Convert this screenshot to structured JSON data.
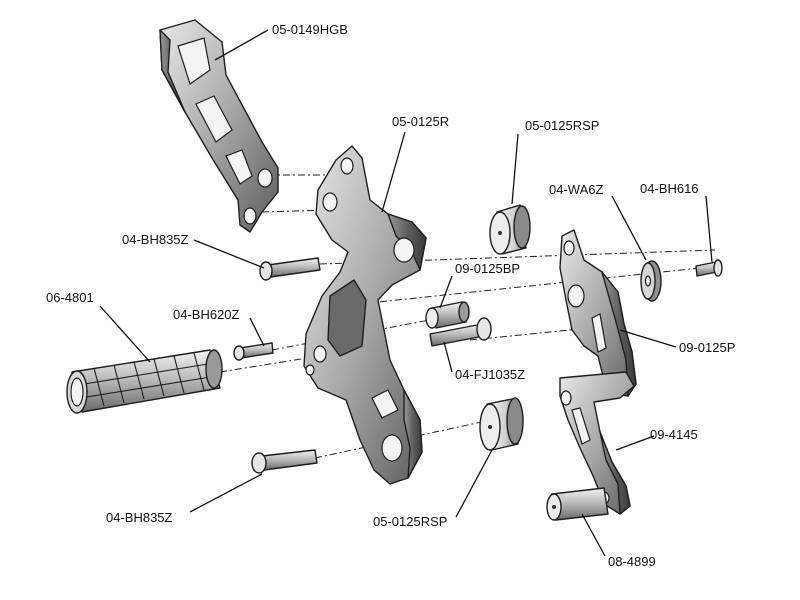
{
  "labels": {
    "hanger_bracket": "05-0149HGB",
    "main_plate": "05-0125R",
    "spacer_top": "05-0125RSP",
    "washer": "04-WA6Z",
    "bolt_small": "04-BH616",
    "bolt_upper": "04-BH835Z",
    "foot_peg": "06-4801",
    "bolt_peg": "04-BH620Z",
    "pivot_bushing": "09-0125BP",
    "pivot_bolt": "04-FJ1035Z",
    "pedal_plate": "09-0125P",
    "pedal_arm": "09-4145",
    "bolt_lower": "04-BH835Z",
    "spacer_bottom": "05-0125RSP",
    "pedal_tip": "08-4899"
  }
}
